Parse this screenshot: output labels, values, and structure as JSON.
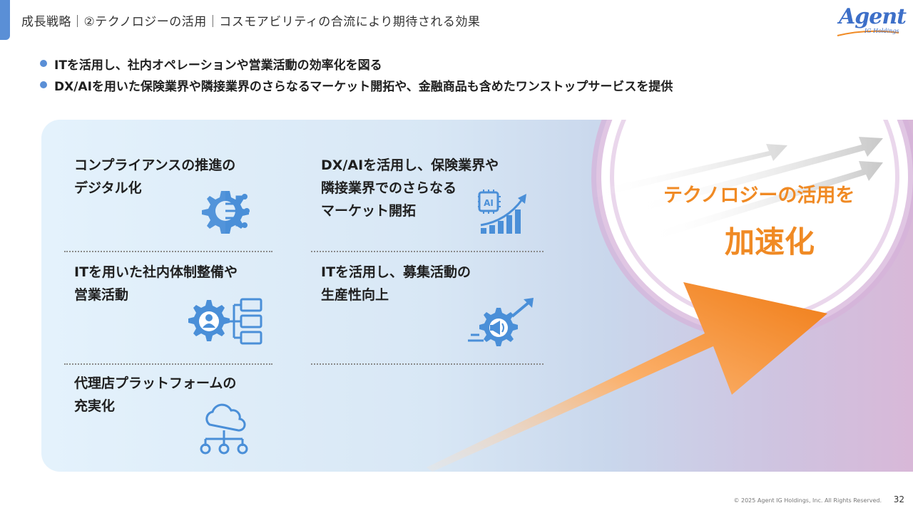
{
  "header": {
    "title": "成長戦略｜②テクノロジーの活用｜コスモアビリティの合流により期待される効果"
  },
  "logo": {
    "text": "Agent",
    "sub": "IG Holdings"
  },
  "bullets": [
    "ITを活用し、社内オペレーションや営業活動の効率化を図る",
    "DX/AIを用いた保険業界や隣接業界のさらなるマーケット開拓や、金融商品も含めたワンストップサービスを提供"
  ],
  "cells": [
    {
      "lines": [
        "コンプライアンスの推進の",
        "デジタル化"
      ],
      "icon": "gear-circuit-icon"
    },
    {
      "lines": [
        "DX/AIを活用し、保険業界や",
        "隣接業界でのさらなる",
        "マーケット開拓"
      ],
      "icon": "ai-growth-chart-icon"
    },
    {
      "lines": [
        "ITを用いた社内体制整備や",
        "営業活動"
      ],
      "icon": "gear-person-network-icon"
    },
    {
      "lines": [
        "ITを活用し、募集活動の",
        "生産性向上"
      ],
      "icon": "gear-megaphone-icon"
    },
    {
      "lines": [
        "代理店プラットフォームの",
        "充実化"
      ],
      "icon": "cloud-network-icon"
    }
  ],
  "accelerate": {
    "line1": "テクノロジーの活用を",
    "line2": "加速化"
  },
  "footer": {
    "copyright": "© 2025 Agent IG Holdings, Inc. All Rights Reserved.",
    "page": "32"
  },
  "colors": {
    "accent": "#5a8fd6",
    "orange": "#f08a24",
    "icon_blue": "#4a8fd8"
  }
}
